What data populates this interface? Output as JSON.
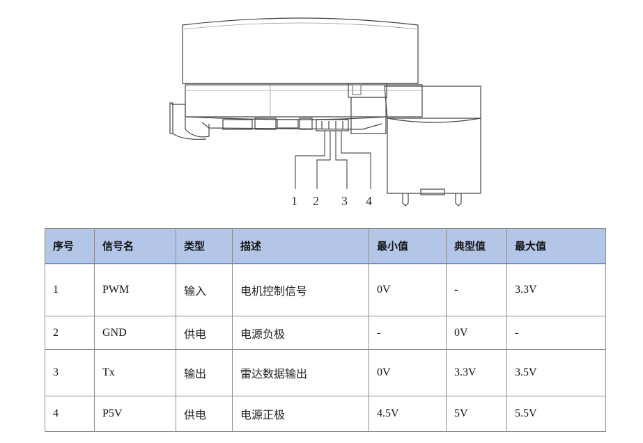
{
  "figure": {
    "pin_labels": [
      "1",
      "2",
      "3",
      "4"
    ]
  },
  "table": {
    "headers": [
      "序号",
      "信号名",
      "类型",
      "描述",
      "最小值",
      "典型值",
      "最大值"
    ],
    "rows": [
      [
        "1",
        "PWM",
        "输入",
        "电机控制信号",
        "0V",
        "-",
        "3.3V"
      ],
      [
        "2",
        "GND",
        "供电",
        "电源负极",
        "-",
        "0V",
        "-"
      ],
      [
        "3",
        "Tx",
        "输出",
        "雷达数据输出",
        "0V",
        "3.3V",
        "3.5V"
      ],
      [
        "4",
        "P5V",
        "供电",
        "电源正极",
        "4.5V",
        "5V",
        "5.5V"
      ]
    ]
  }
}
